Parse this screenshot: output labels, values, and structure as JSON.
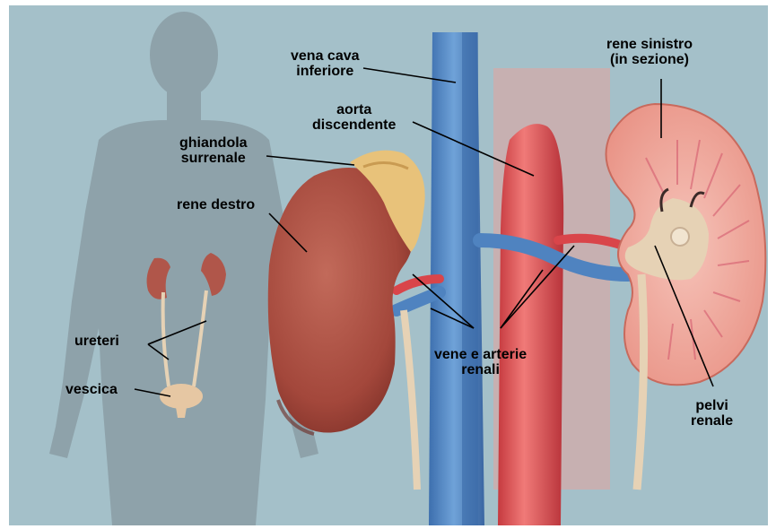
{
  "labels": {
    "vena_cava": "vena cava\ninferiore",
    "aorta": "aorta\ndiscendente",
    "ghiandola": "ghiandola\nsurrenale",
    "rene_destro": "rene destro",
    "rene_sinistro": "rene sinistro\n(in sezione)",
    "ureteri": "ureteri",
    "vescica": "vescica",
    "vene_arterie": "vene e arterie\nrenali",
    "pelvi": "pelvi\nrenale"
  },
  "colors": {
    "background": "#a4c0c9",
    "silhouette": "#8ea2aa",
    "vein": "#4f83c0",
    "artery": "#d9454a",
    "kidney": "#a8463a",
    "adrenal": "#e8c27a",
    "pelvis": "#e6d2b5"
  }
}
